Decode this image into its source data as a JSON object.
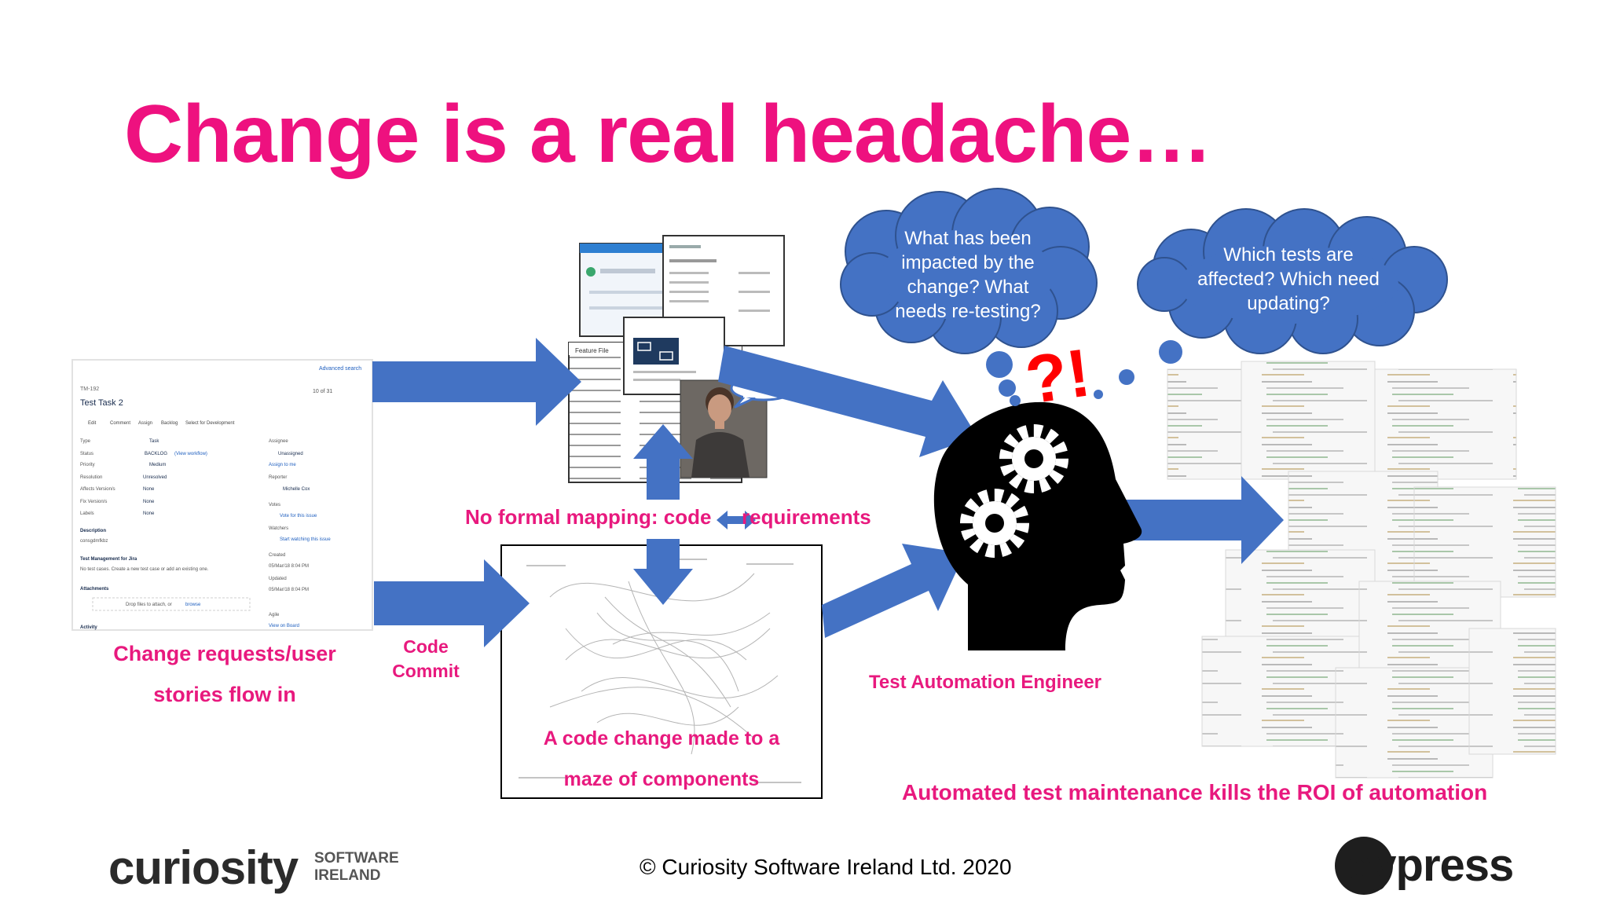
{
  "slide": {
    "title": "Change is a real headache…",
    "colors": {
      "title": "#ee117f",
      "arrow": "#4472c4",
      "cloud": "#4472c4",
      "question": "#ff0000"
    },
    "labels": {
      "no_mapping_prefix": "No formal mapping: code",
      "no_mapping_suffix": "requirements",
      "change_requests_line1": "Change requests/user",
      "change_requests_line2": "stories flow in",
      "code_commit_line1": "Code",
      "code_commit_line2": "Commit",
      "test_automation_engineer": "Test Automation Engineer",
      "code_change_line1": "A code change made to a",
      "code_change_line2": "maze of components",
      "maintenance": "Automated test maintenance kills the ROI of automation"
    },
    "thought_bubbles": {
      "left_line1": "What has been",
      "left_line2": "impacted by the",
      "left_line3": "change? What",
      "left_line4": "needs re-testing?",
      "right_line1": "Which tests are",
      "right_line2": "affected? Which need",
      "right_line3": "updating?"
    },
    "question_marks": "?!",
    "jira": {
      "ticket_id": "TM-192",
      "ticket_title": "Test Task 2",
      "advanced_search": "Advanced search",
      "pager": "10 of 31",
      "actions": [
        "Edit",
        "Comment",
        "Assign",
        "Backlog",
        "Select for Development"
      ],
      "fields": [
        {
          "label": "Type",
          "value": "Task"
        },
        {
          "label": "Status",
          "value": "BACKLOG"
        },
        {
          "label": "Priority",
          "value": "Medium"
        },
        {
          "label": "Resolution",
          "value": "Unresolved"
        },
        {
          "label": "Affects Version/s",
          "value": "None"
        },
        {
          "label": "Fix Version/s",
          "value": "None"
        },
        {
          "label": "Labels",
          "value": "None"
        }
      ],
      "workflow_link": "(View workflow)",
      "description_label": "Description",
      "description_value": "consgdmfkbz",
      "tm_label": "Test Management for Jira",
      "tm_text": "No test cases. Create a new test case or add an existing one.",
      "attachments_label": "Attachments",
      "drop_text": "Drop files to attach, or",
      "browse": "browse",
      "activity_label": "Activity",
      "right_fields": [
        {
          "label": "Assignee",
          "value": "Unassigned"
        },
        {
          "label": "",
          "value": "Assign to me"
        },
        {
          "label": "Reporter",
          "value": "Michelle Cox"
        },
        {
          "label": "Votes",
          "value": "Vote for this issue"
        },
        {
          "label": "Watchers",
          "value": "Start watching this issue"
        },
        {
          "label": "Created",
          "value": "05/Mar/18 8:04 PM"
        },
        {
          "label": "Updated",
          "value": "05/Mar/18 8:04 PM"
        },
        {
          "label": "Agile",
          "value": "View on Board"
        }
      ]
    },
    "feature_label": "Feature File",
    "copyright": "© Curiosity Software Ireland Ltd. 2020",
    "logo_left": {
      "wordmark": "curiosity",
      "line1": "SOFTWARE",
      "line2": "IRELAND"
    },
    "logo_right": {
      "wordmark": "cypress"
    }
  }
}
